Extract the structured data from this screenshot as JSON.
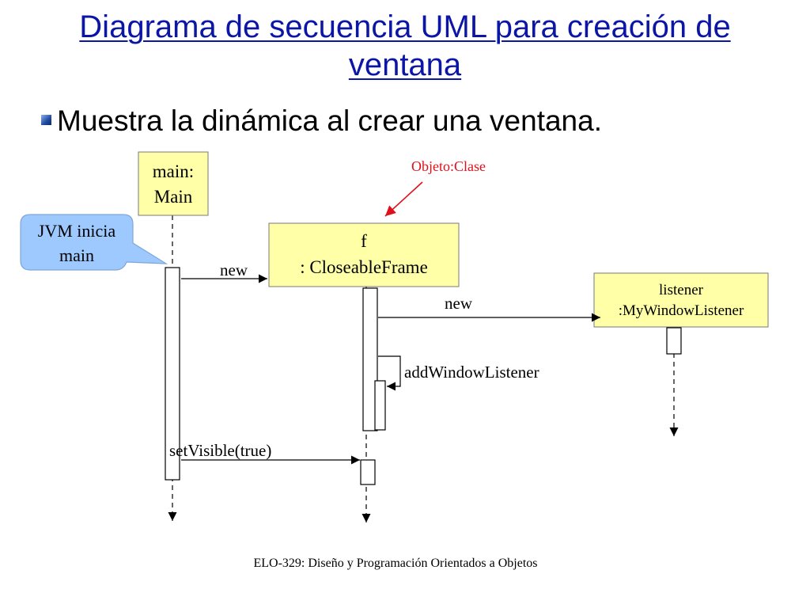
{
  "slide": {
    "title_line1": "Diagrama de secuencia UML para creación de",
    "title_line2": "ventana",
    "bullet": "Muestra la dinámica al crear una ventana.",
    "footer": "ELO-329: Diseño y Programación Orientados a Objetos"
  },
  "diagram": {
    "lifelines": {
      "main": {
        "line1": "main:",
        "line2": "Main"
      },
      "frame": {
        "line1": "f",
        "line2": ": CloseableFrame"
      },
      "listener": {
        "line1": "listener",
        "line2": ":MyWindowListener"
      }
    },
    "callout": {
      "line1": "JVM inicia",
      "line2": "main"
    },
    "annotation": "Objeto:Clase",
    "messages": {
      "new_frame": "new",
      "new_listener": "new",
      "add_listener": "addWindowListener",
      "set_visible": "setVisible(true)"
    }
  },
  "colors": {
    "title": "#0b16a6",
    "object_box_fill": "#ffffa8",
    "callout_fill": "#9ec9ff",
    "annotation": "#e0101a"
  }
}
